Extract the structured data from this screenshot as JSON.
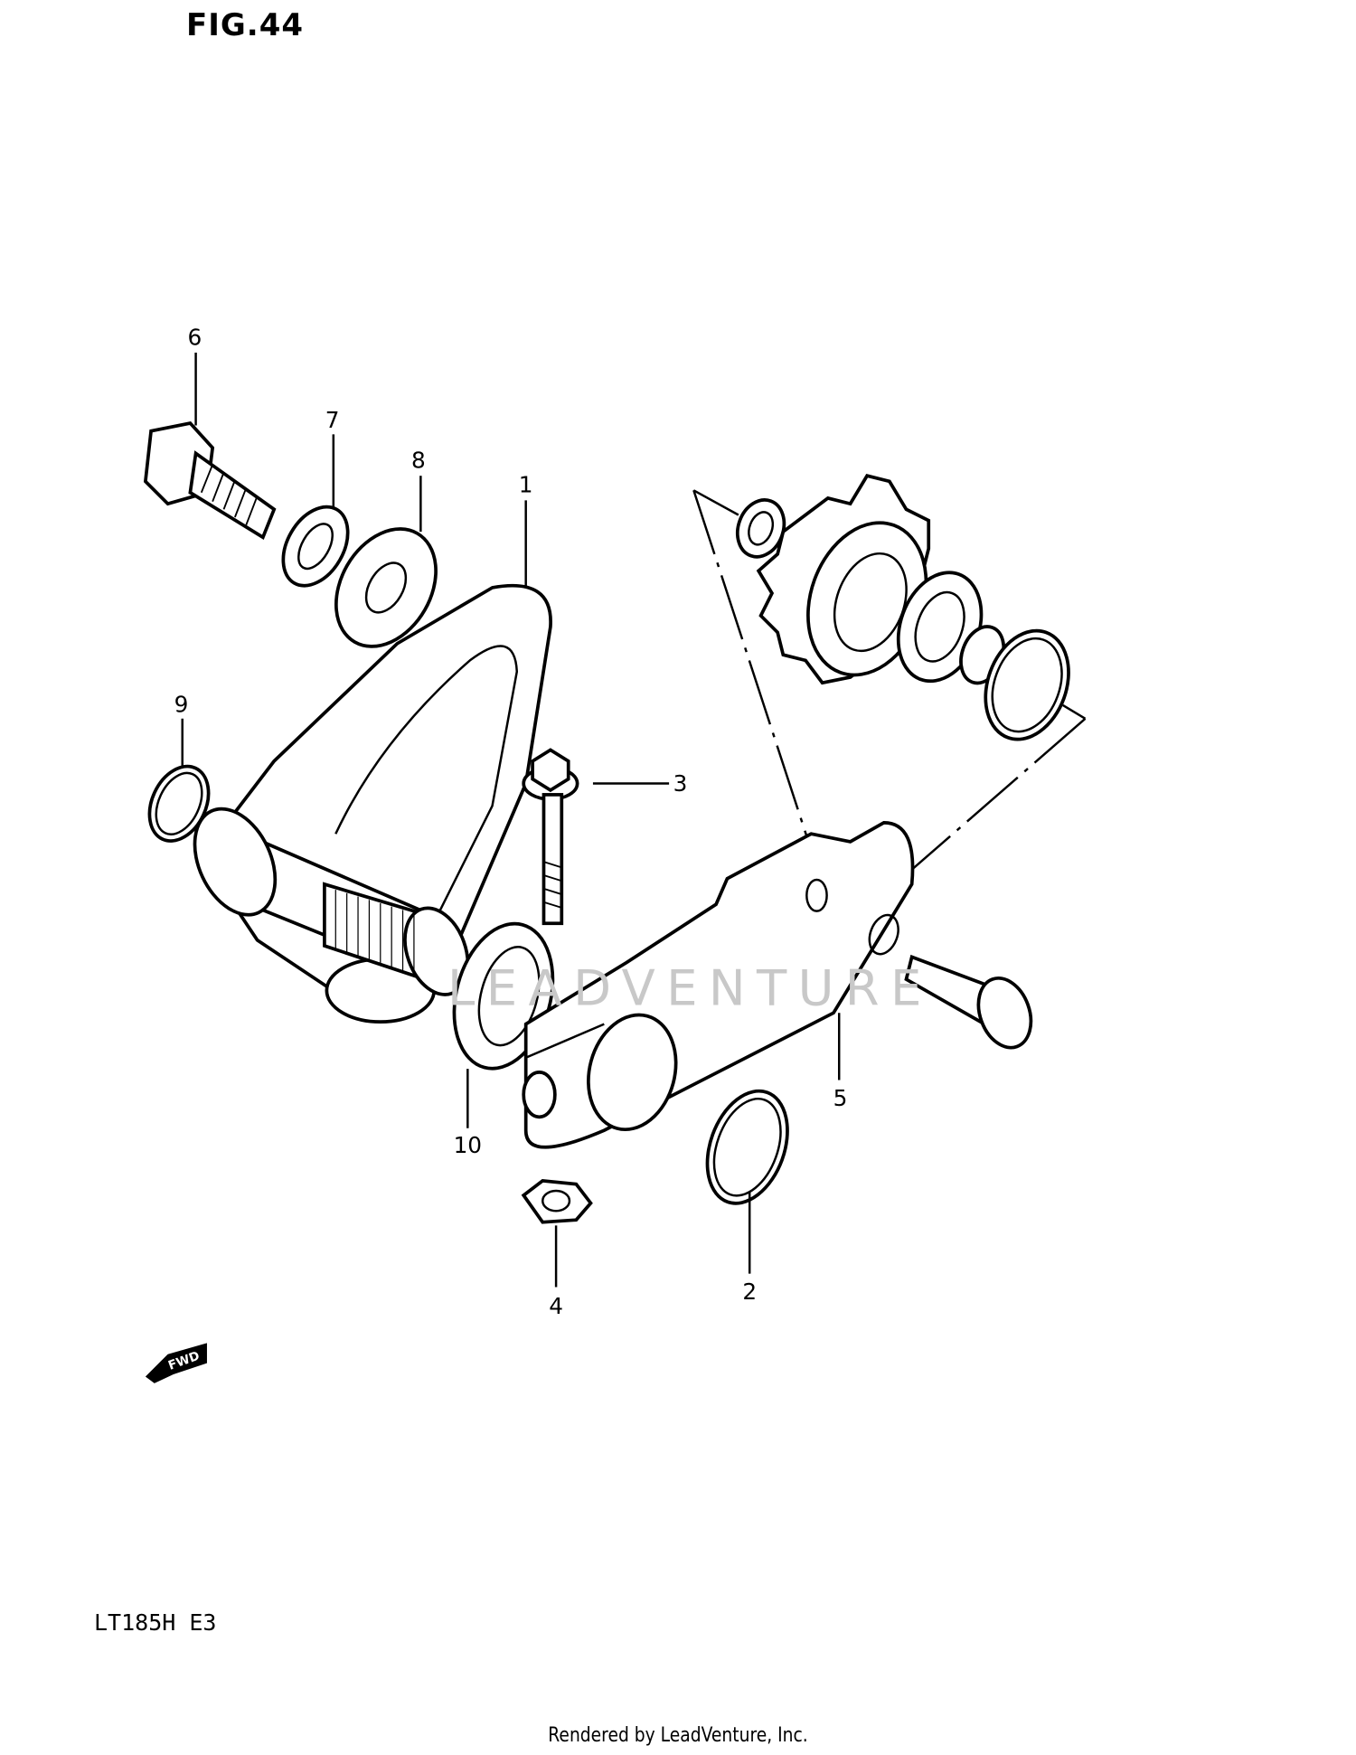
{
  "figure": {
    "title": "FIG.44"
  },
  "model_code": "LT185H E3",
  "footer": "Rendered by LeadVenture, Inc.",
  "watermark": "LEADVENTURE",
  "direction_icon": {
    "name": "fwd-arrow-icon",
    "label": "FWD"
  },
  "callouts": [
    {
      "number": "1"
    },
    {
      "number": "2"
    },
    {
      "number": "3"
    },
    {
      "number": "4"
    },
    {
      "number": "5"
    },
    {
      "number": "6"
    },
    {
      "number": "7"
    },
    {
      "number": "8"
    },
    {
      "number": "9"
    },
    {
      "number": "10"
    }
  ]
}
